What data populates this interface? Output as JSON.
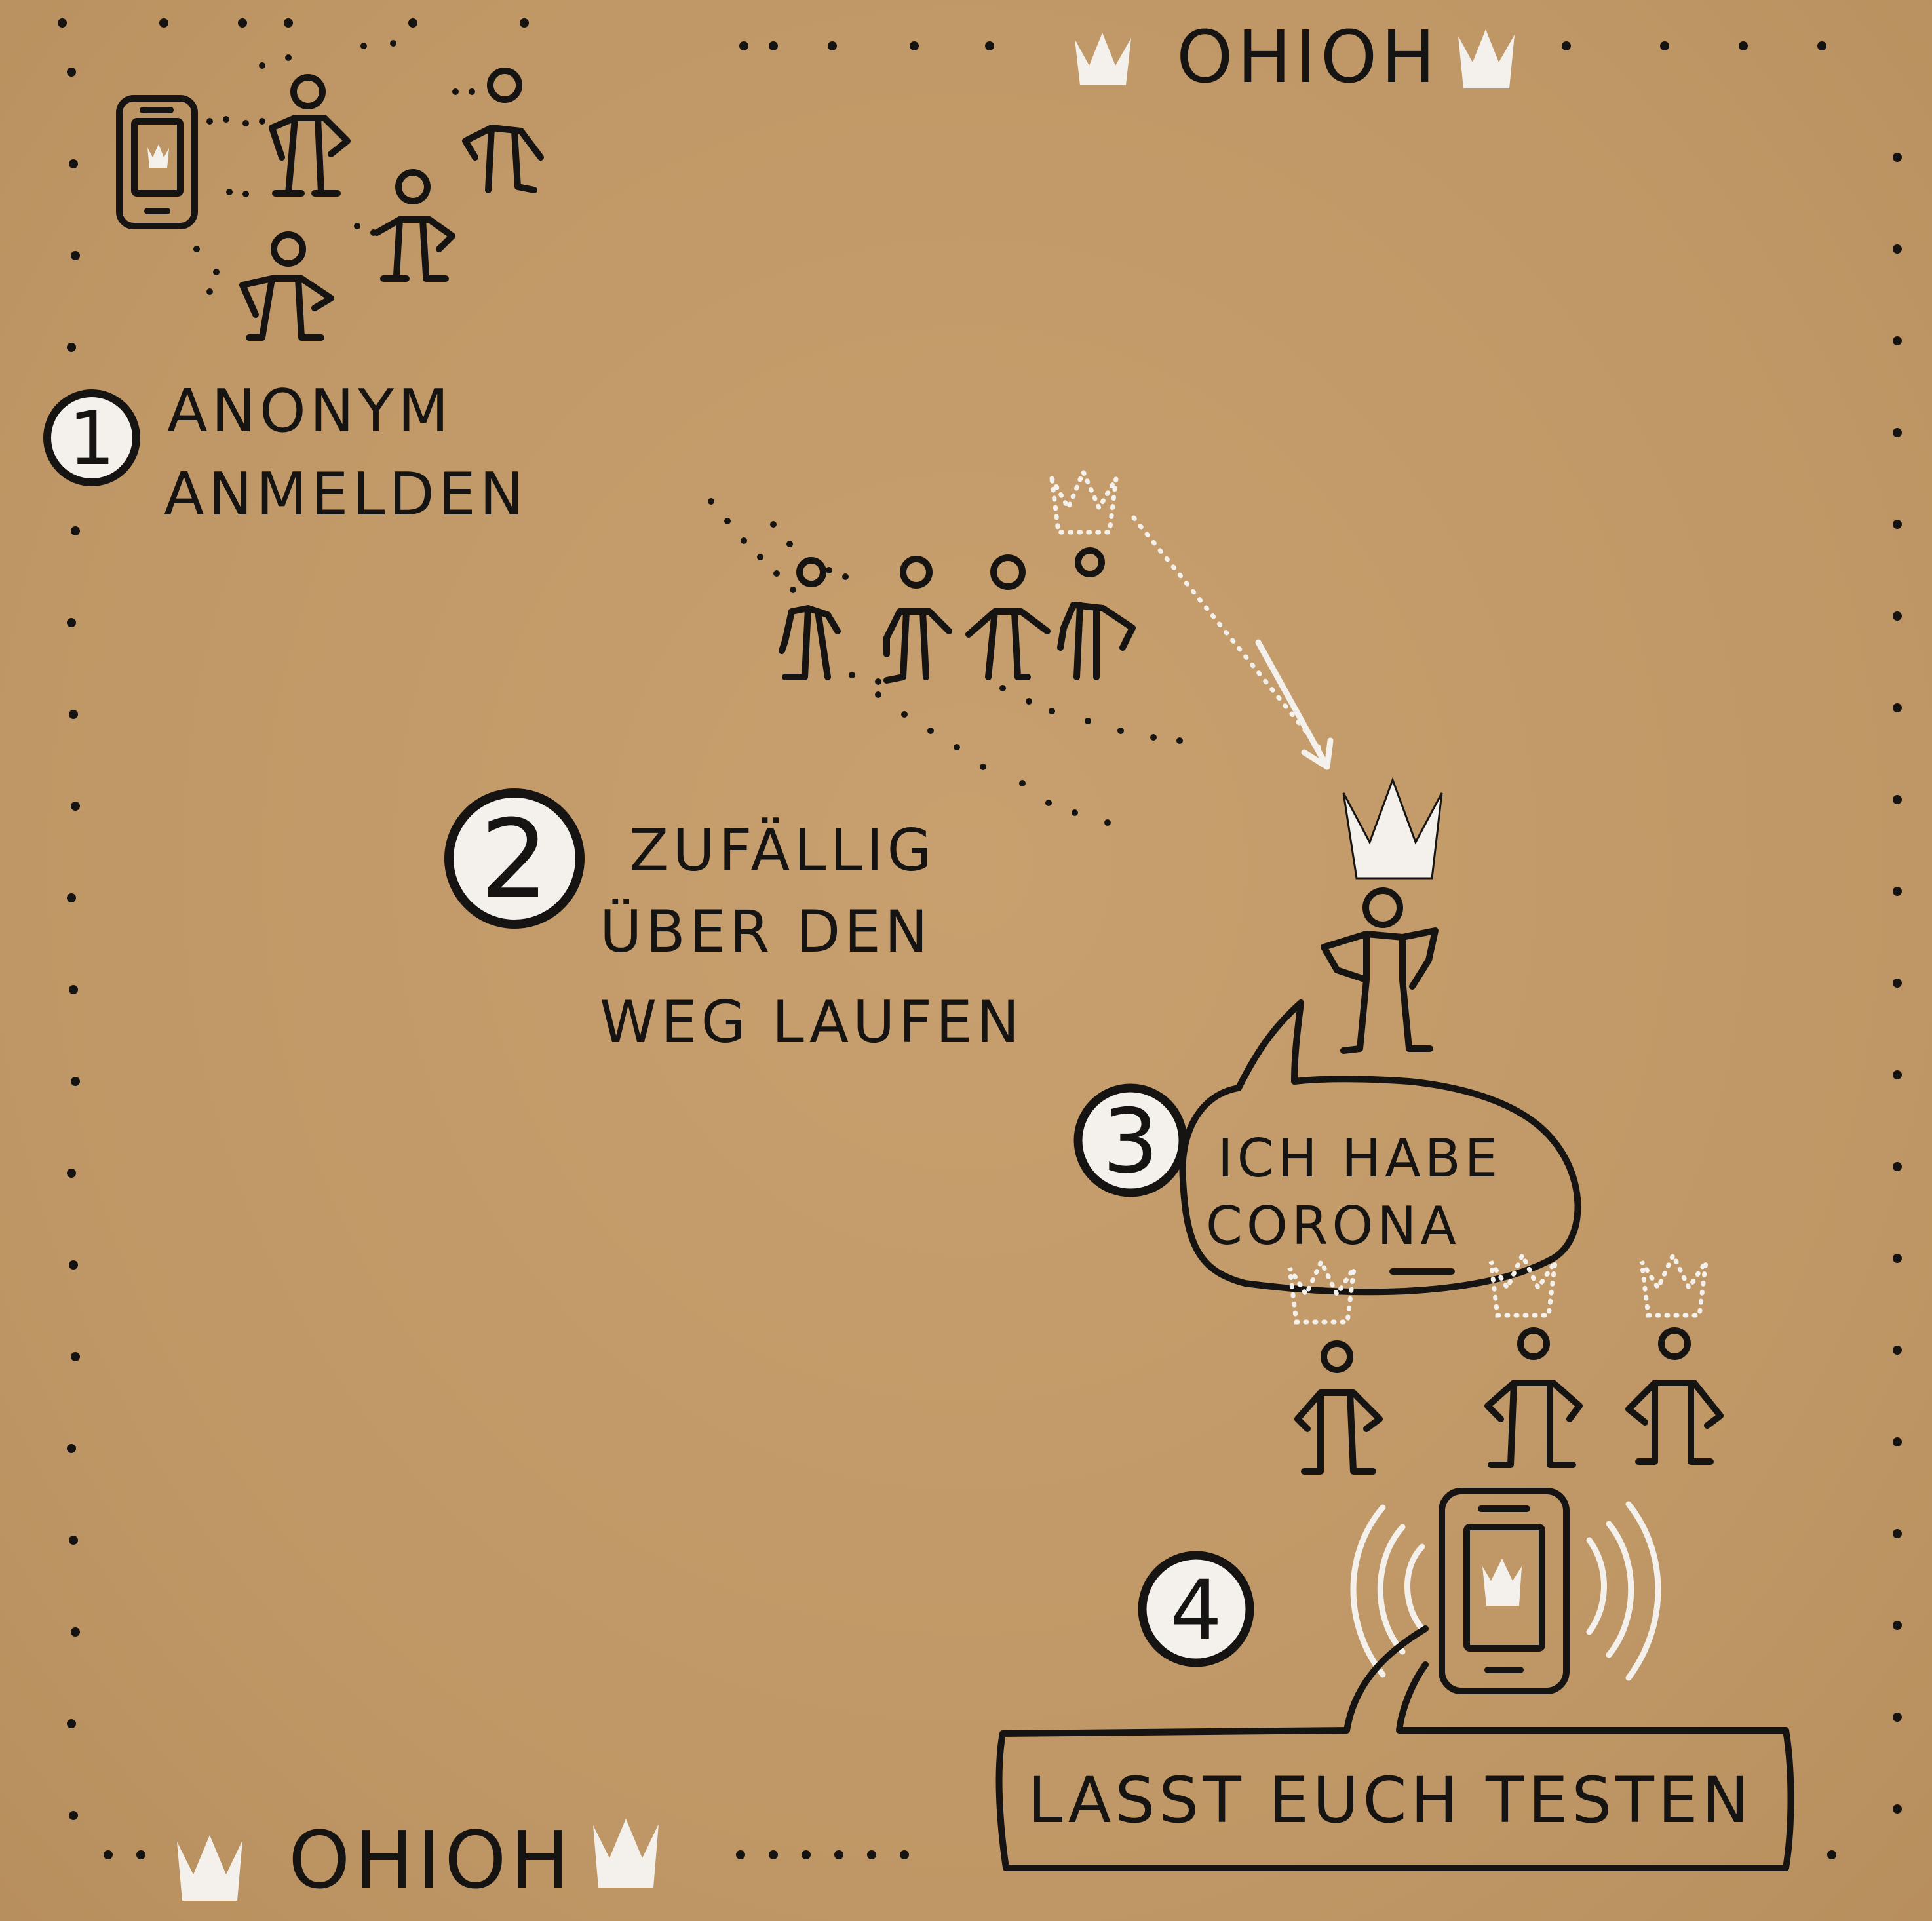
{
  "header": {
    "brand": "OHIOH"
  },
  "footer": {
    "brand": "OHIOH"
  },
  "steps": [
    {
      "number": "1",
      "lines": [
        "ANONYM",
        "ANMELDEN"
      ]
    },
    {
      "number": "2",
      "lines": [
        "ZUFÄLLIG",
        "ÜBER DEN",
        "WEG LAUFEN"
      ]
    },
    {
      "number": "3",
      "lines": [
        "ICH HABE",
        "CORONA"
      ]
    },
    {
      "number": "4",
      "lines": [
        "LASST EUCH TESTEN"
      ]
    }
  ],
  "colors": {
    "paper": "#c4996a",
    "ink": "#161412",
    "highlight": "#f4f1ec"
  }
}
